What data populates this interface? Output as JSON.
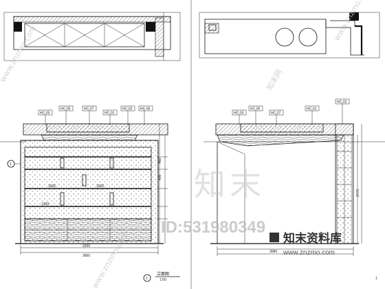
{
  "watermark": {
    "big_text": "知末",
    "id_text": "ID:531980349",
    "diagonal_text": "www.znzmo.com",
    "stamp_text": "知末网"
  },
  "brand": {
    "name": "知末资料库",
    "url": "www.znzmo.com"
  },
  "drawing": {
    "title": "立面图",
    "scale": "1:50",
    "left_dims": [
      "3200",
      "3660"
    ],
    "right_dims": [
      "3080",
      "2770"
    ],
    "inner_labels": [
      "1600",
      "1000",
      "1200",
      "480",
      "400"
    ],
    "tag_labels": [
      "HC-03",
      "HC-05",
      "HC-07",
      "HC-01",
      "HC-02",
      "HC-06"
    ],
    "section_marker": "1"
  }
}
